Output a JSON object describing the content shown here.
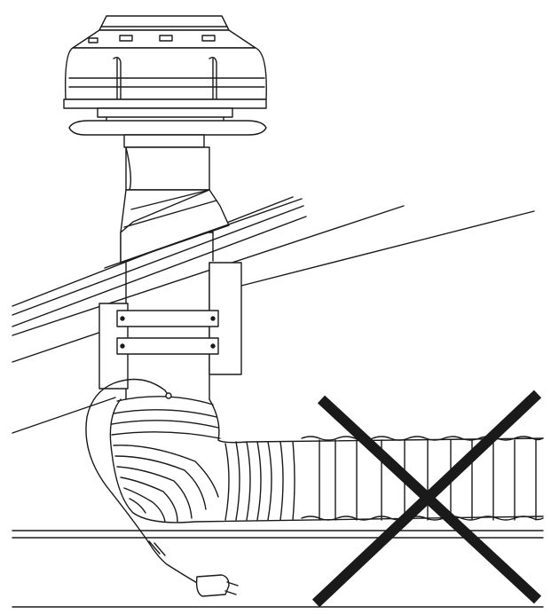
{
  "diagram": {
    "labels": [],
    "colors": {
      "line": "#1a1a1a",
      "background": "#ffffff",
      "cross": "#1a1a1a"
    },
    "icons": [
      "roof-fan-unit",
      "duct-adaptor",
      "flexible-duct",
      "mounting-bracket",
      "power-cord",
      "power-plug",
      "incorrect-cross-mark"
    ]
  }
}
